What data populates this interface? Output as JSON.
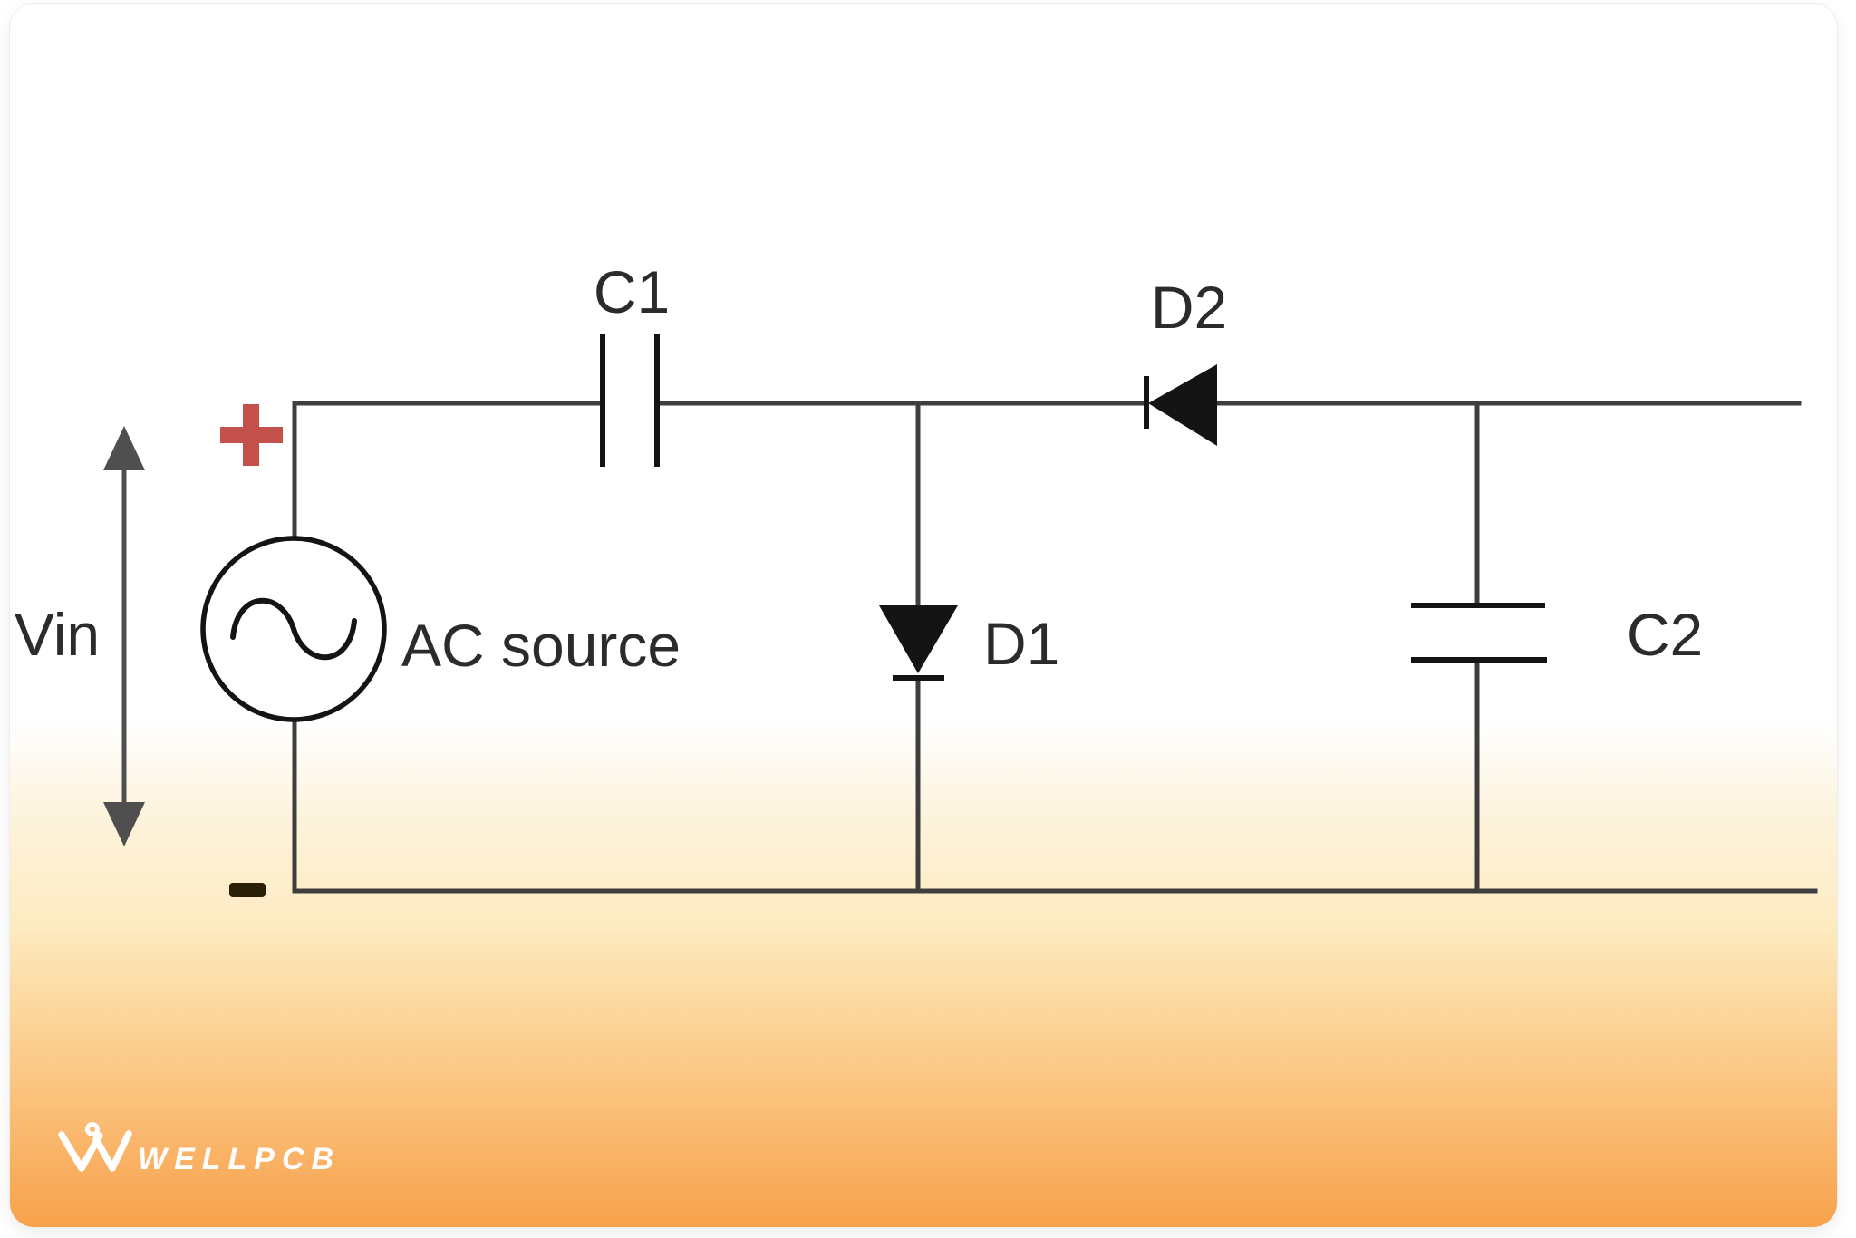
{
  "diagram": {
    "title_semantic": "voltage-doubler-circuit-schematic",
    "labels": {
      "c1": "C1",
      "d2": "D2",
      "d1": "D1",
      "c2": "C2",
      "vin": "Vin",
      "ac_source": "AC source",
      "polarity_plus": "+",
      "polarity_minus": "-"
    },
    "components": [
      {
        "id": "C1",
        "type": "capacitor",
        "orientation": "series-horizontal"
      },
      {
        "id": "D2",
        "type": "diode",
        "orientation": "pointing-left"
      },
      {
        "id": "D1",
        "type": "diode",
        "orientation": "pointing-down"
      },
      {
        "id": "C2",
        "type": "capacitor",
        "orientation": "shunt-vertical"
      },
      {
        "id": "Vin",
        "type": "ac-voltage-source",
        "annotation": "double-headed-arrow"
      }
    ]
  },
  "branding": {
    "logo_text": "WELLPCB",
    "logo_mark": "wellpcb-w-icon"
  },
  "colors": {
    "accent_red": "#C4504B",
    "wire": "#3E3E3E",
    "component_black": "#141414",
    "label_text": "#2B2B2B",
    "arrow_gray": "#4F4F4F",
    "minus_dark": "#2A2008",
    "gradient_orange": "#F8A24C",
    "logo_white": "#FFFFFF"
  }
}
